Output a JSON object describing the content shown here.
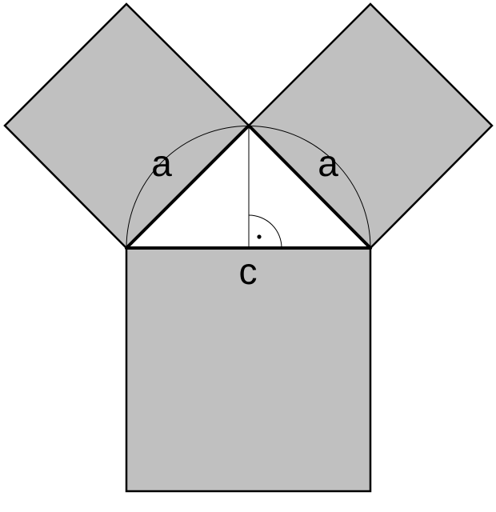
{
  "colors": {
    "square_fill": "#c0c0c0",
    "outline": "#000000",
    "background": "#ffffff"
  },
  "labels": {
    "left_leg": "a",
    "right_leg": "a",
    "hypotenuse": "c"
  },
  "right_angle_marker": "·"
}
